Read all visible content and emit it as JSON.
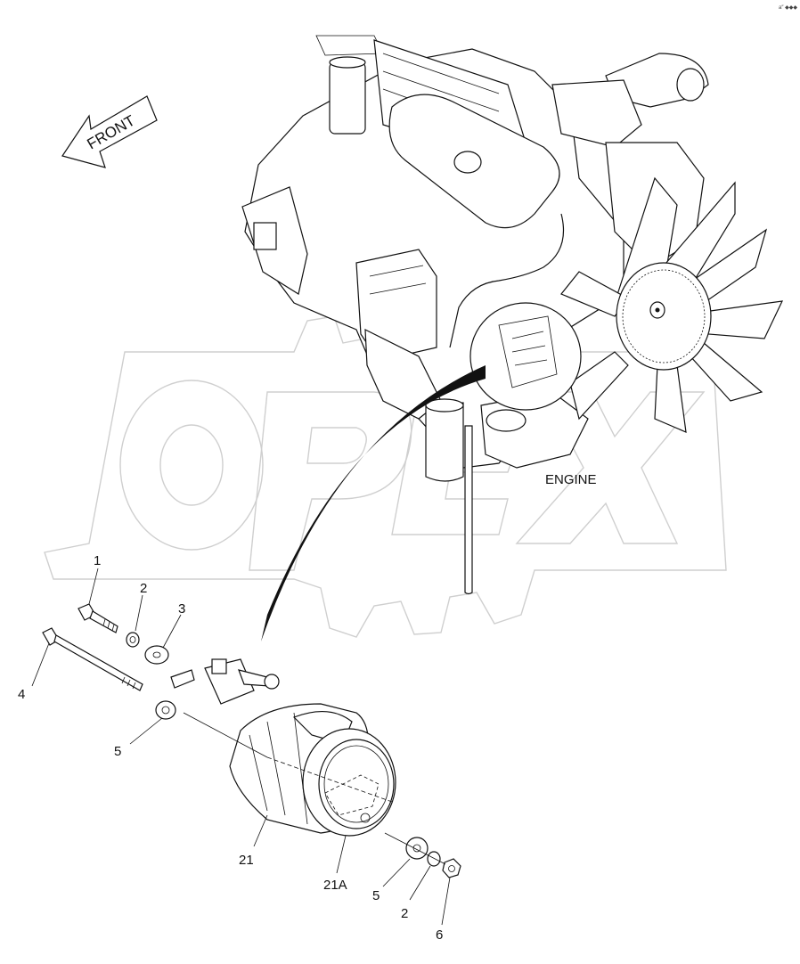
{
  "diagram": {
    "front_label": "FRONT",
    "engine_label": "ENGINE",
    "corner_mark": "a″ ◆◆◆",
    "watermark_text": "OPEX",
    "colors": {
      "line": "#111111",
      "watermark": "#cfcfcf",
      "background": "#ffffff"
    },
    "callouts": [
      {
        "id": "c1",
        "text": "1"
      },
      {
        "id": "c2a",
        "text": "2"
      },
      {
        "id": "c3",
        "text": "3"
      },
      {
        "id": "c4",
        "text": "4"
      },
      {
        "id": "c5a",
        "text": "5"
      },
      {
        "id": "c21",
        "text": "21"
      },
      {
        "id": "c21a",
        "text": "21A"
      },
      {
        "id": "c5b",
        "text": "5"
      },
      {
        "id": "c2b",
        "text": "2"
      },
      {
        "id": "c6",
        "text": "6"
      }
    ]
  }
}
